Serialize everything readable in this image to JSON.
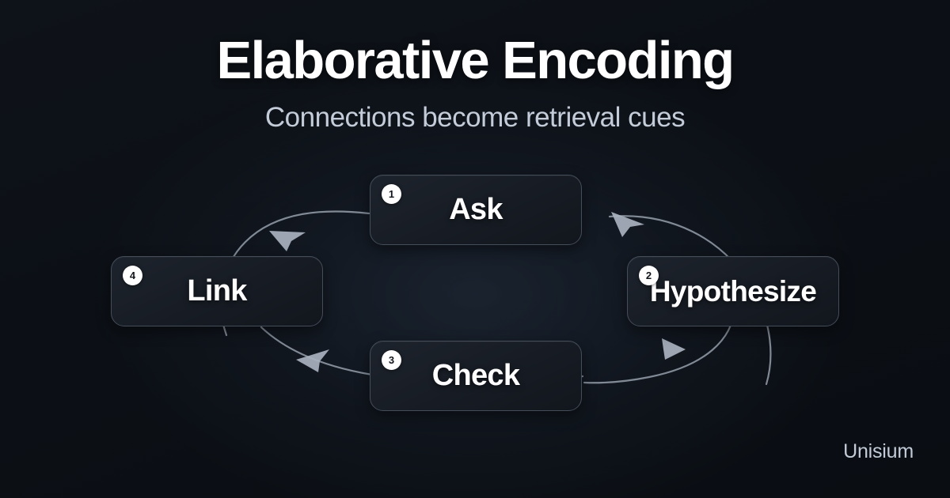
{
  "header": {
    "title": "Elaborative Encoding",
    "subtitle": "Connections become retrieval cues"
  },
  "diagram": {
    "type": "cycle",
    "nodes": [
      {
        "badge": "1",
        "label": "Ask",
        "position": "top"
      },
      {
        "badge": "2",
        "label": "Hypothesize",
        "position": "right"
      },
      {
        "badge": "3",
        "label": "Check",
        "position": "bottom"
      },
      {
        "badge": "4",
        "label": "Link",
        "position": "left"
      }
    ],
    "edges": [
      {
        "from": "Ask",
        "to": "Hypothesize"
      },
      {
        "from": "Hypothesize",
        "to": "Check"
      },
      {
        "from": "Check",
        "to": "Link"
      },
      {
        "from": "Link",
        "to": "Ask"
      }
    ]
  },
  "footer": {
    "brand": "Unisium"
  },
  "colors": {
    "background": "#0d1117",
    "title": "#ffffff",
    "subtitle": "#c3ccd8",
    "node_border": "#454d59",
    "node_fill": "#1a1f27",
    "badge_bg": "#ffffff",
    "badge_text": "#11151b",
    "arc": "#8a93a0",
    "brand": "#c2cbd7"
  }
}
